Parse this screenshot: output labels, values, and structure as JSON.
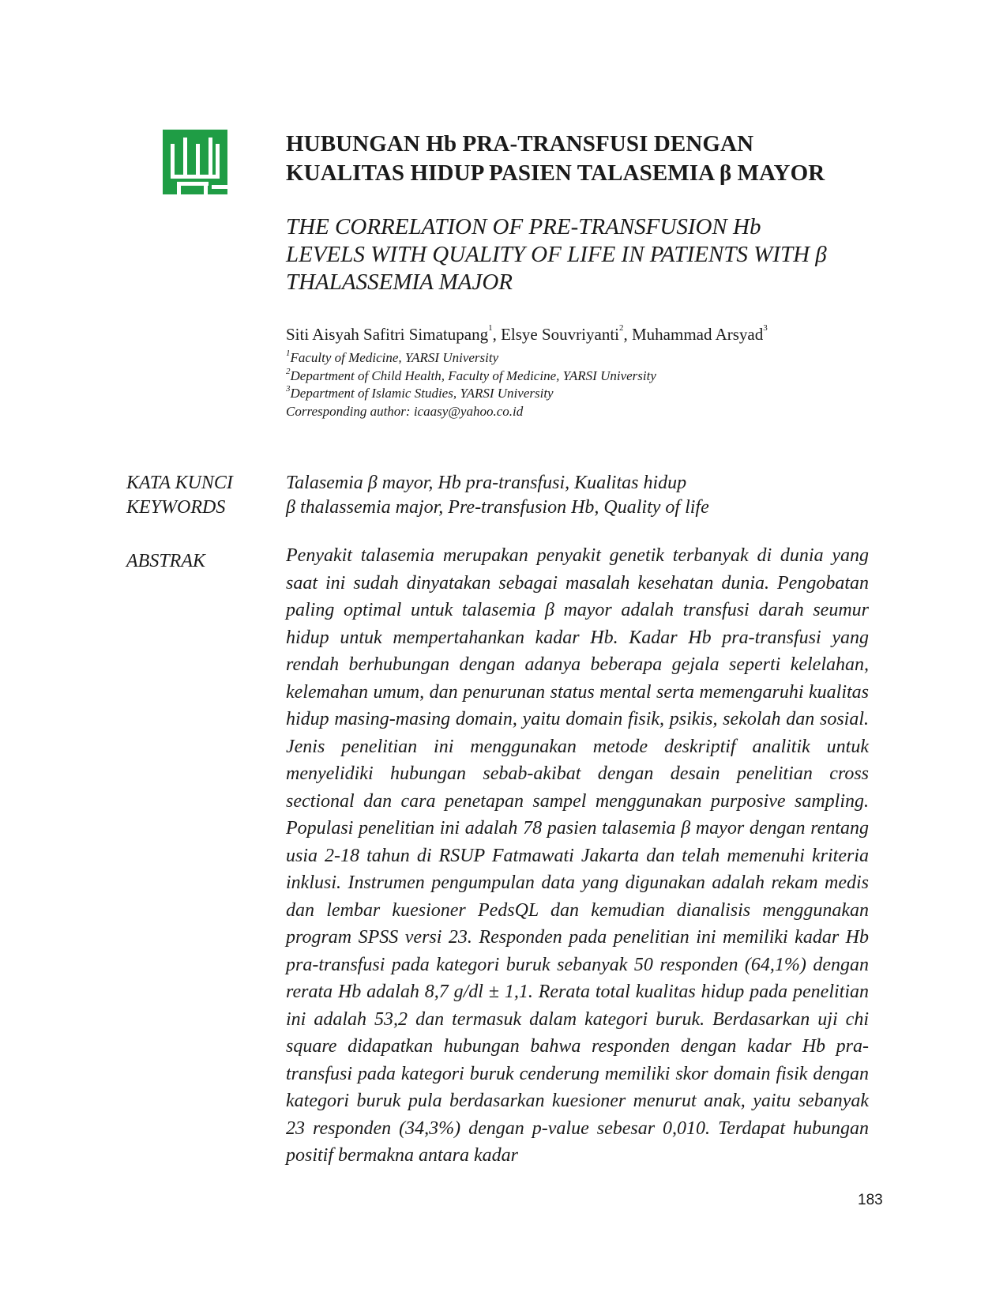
{
  "logo": {
    "name": "yarsi-logo",
    "color": "#1f9d45"
  },
  "title": {
    "line1": "HUBUNGAN Hb PRA-TRANSFUSI DENGAN",
    "line2": "KUALITAS HIDUP PASIEN TALASEMIA β MAYOR"
  },
  "english_title": {
    "line1": "THE CORRELATION OF PRE-TRANSFUSION Hb",
    "line2": "LEVELS WITH QUALITY OF LIFE IN PATIENTS WITH β",
    "line3": "THALASSEMIA MAJOR"
  },
  "authors": [
    {
      "name": "Siti Aisyah Safitri Simatupang",
      "sup": "1",
      "sep": ", "
    },
    {
      "name": "Elsye Souvriyanti",
      "sup": "2",
      "sep": ", "
    },
    {
      "name": "Muhammad Arsyad",
      "sup": "3",
      "sep": ""
    }
  ],
  "affiliations": {
    "a1": {
      "sup": "1",
      "text": "Faculty of Medicine, YARSI University"
    },
    "a2": {
      "sup": "2",
      "text": "Department of Child Health, Faculty of Medicine, YARSI University"
    },
    "a3": {
      "sup": "3",
      "text": "Department of Islamic Studies, YARSI University"
    },
    "corresponding": "Corresponding author: icaasy@yahoo.co.id"
  },
  "labels": {
    "kata_kunci": "KATA KUNCI",
    "keywords": "KEYWORDS",
    "abstrak": "ABSTRAK"
  },
  "keywords": {
    "id": "Talasemia β mayor, Hb pra-transfusi, Kualitas hidup",
    "en": "β thalassemia major, Pre-transfusion Hb, Quality of life"
  },
  "abstract": "Penyakit talasemia merupakan penyakit genetik terbanyak di dunia yang saat ini sudah dinyatakan sebagai masalah kesehatan dunia. Pengobatan paling optimal untuk talasemia β mayor adalah transfusi darah seumur hidup untuk mempertahankan kadar Hb. Kadar Hb pra-transfusi yang rendah berhubungan dengan adanya beberapa gejala seperti kelelahan, kelemahan umum, dan penurunan status mental serta memengaruhi kualitas hidup masing-masing domain, yaitu domain fisik, psikis, sekolah dan sosial. Jenis penelitian ini menggunakan metode deskriptif analitik untuk menyelidiki hubungan sebab-akibat dengan desain penelitian cross sectional dan cara penetapan sampel menggunakan purposive sampling. Populasi penelitian ini adalah 78 pasien talasemia β mayor dengan rentang usia 2-18 tahun di RSUP Fatmawati Jakarta dan telah memenuhi kriteria inklusi. Instrumen pengumpulan data yang digunakan adalah rekam medis dan lembar kuesioner PedsQL dan kemudian dianalisis menggunakan program SPSS versi 23. Responden pada penelitian ini memiliki kadar Hb pra-transfusi pada kategori buruk sebanyak 50 responden (64,1%) dengan rerata Hb adalah 8,7 g/dl ± 1,1. Rerata total kualitas hidup pada penelitian ini adalah 53,2 dan termasuk dalam kategori buruk. Berdasarkan uji chi square didapatkan hubungan bahwa responden dengan kadar Hb pra-transfusi pada kategori buruk cenderung memiliki skor domain fisik dengan kategori buruk pula berdasarkan kuesioner menurut anak, yaitu sebanyak 23 responden (34,3%) dengan p-value sebesar 0,010. Terdapat hubungan positif bermakna antara kadar",
  "page_number": "183"
}
